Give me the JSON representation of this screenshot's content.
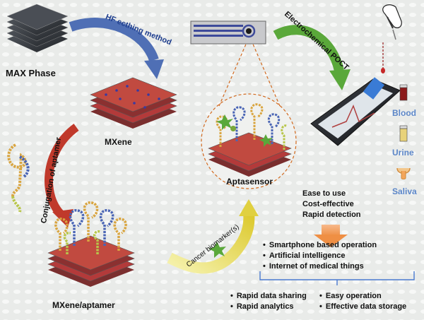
{
  "labels": {
    "max_phase": "MAX Phase",
    "hf_etching": "HF ecthing method",
    "mxene": "MXene",
    "conjugation": "Conjugation of aptamer",
    "mxene_aptamer": "MXene/aptamer",
    "aptasensor": "Aptasensor",
    "electrochemical_poct": "Electrochemical POCT",
    "cancer_biomarker": "Cancer biomarker(s)"
  },
  "samples": [
    "Blood",
    "Urine",
    "Saliva"
  ],
  "benefits": [
    "Ease to use",
    "Cost-effective",
    "Rapid detection"
  ],
  "features": [
    "Smartphone based operation",
    "Artificial intelligence",
    "Internet of medical things"
  ],
  "outcomes_left": [
    "Rapid data sharing",
    "Rapid analytics"
  ],
  "outcomes_right": [
    "Easy operation",
    "Effective data storage"
  ],
  "colors": {
    "background": "#e9ebe9",
    "arrow_blue": "#4f6fb5",
    "arrow_green": "#5aa83a",
    "arrow_red": "#c0392b",
    "arrow_yellow": "#e8dc52",
    "arrow_orange": "#f3a65b",
    "sample_label": "#5b86c8",
    "dashed": "#d2691e"
  }
}
